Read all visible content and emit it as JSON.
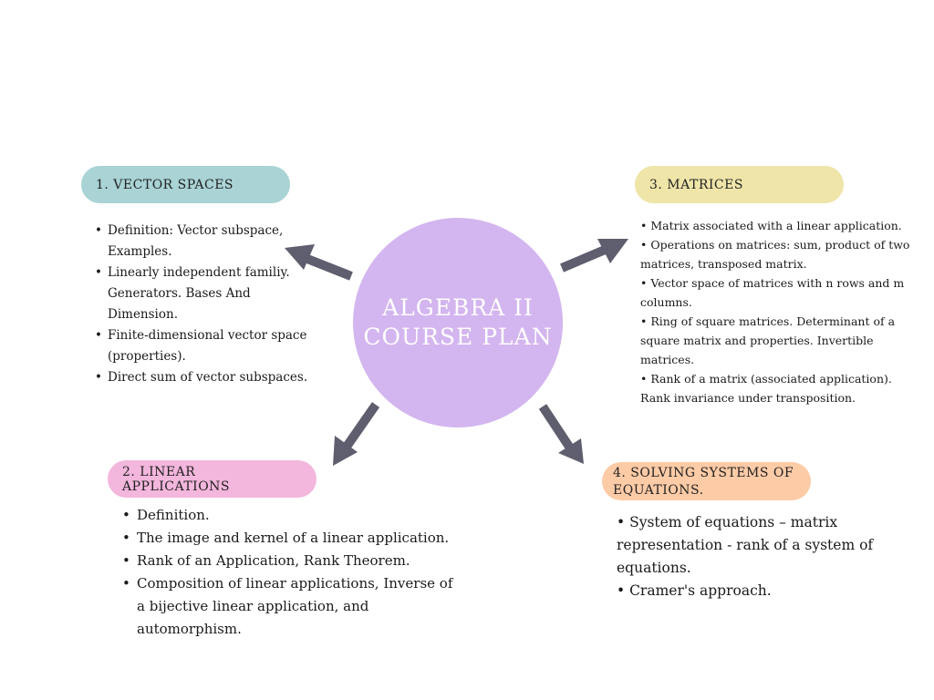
{
  "colors": {
    "vector_spaces": "#a9d3d5",
    "linear_applications": "#f3b6dd",
    "matrices": "#efe5a9",
    "solving": "#fdcba6",
    "center": "#d3b5ef",
    "arrow": "#5e5e6e"
  },
  "center": {
    "line1": "ALGEBRA II",
    "line2": "COURSE PLAN"
  },
  "sections": {
    "vector_spaces": {
      "title": "1. VECTOR SPACES",
      "items": [
        " Definition: Vector subspace, Examples.",
        "Linearly independent familiy. Generators. Bases And Dimension.",
        " Finite-dimensional vector space (properties).",
        "Direct sum of vector subspaces."
      ]
    },
    "linear_applications": {
      "title": "2. LINEAR APPLICATIONS",
      "items": [
        "Definition.",
        "The image and kernel of a linear application.",
        "Rank of an Application, Rank Theorem.",
        "Composition of linear applications, Inverse of a bijective linear application, and automorphism."
      ]
    },
    "matrices": {
      "title": "3. MATRICES",
      "items": [
        "• Matrix associated with a linear application.",
        "• Operations on matrices: sum, product of two matrices, transposed matrix.",
        "• Vector space of matrices with n rows and m columns.",
        "• Ring of square matrices. Determinant of a square matrix and properties. Invertible matrices.",
        "• Rank of a matrix (associated application). Rank invariance under transposition."
      ]
    },
    "solving": {
      "title": "4. SOLVING SYSTEMS OF EQUATIONS.",
      "items": [
        "• System of equations – matrix representation - rank of a system of equations.",
        "• Cramer's approach."
      ]
    }
  }
}
